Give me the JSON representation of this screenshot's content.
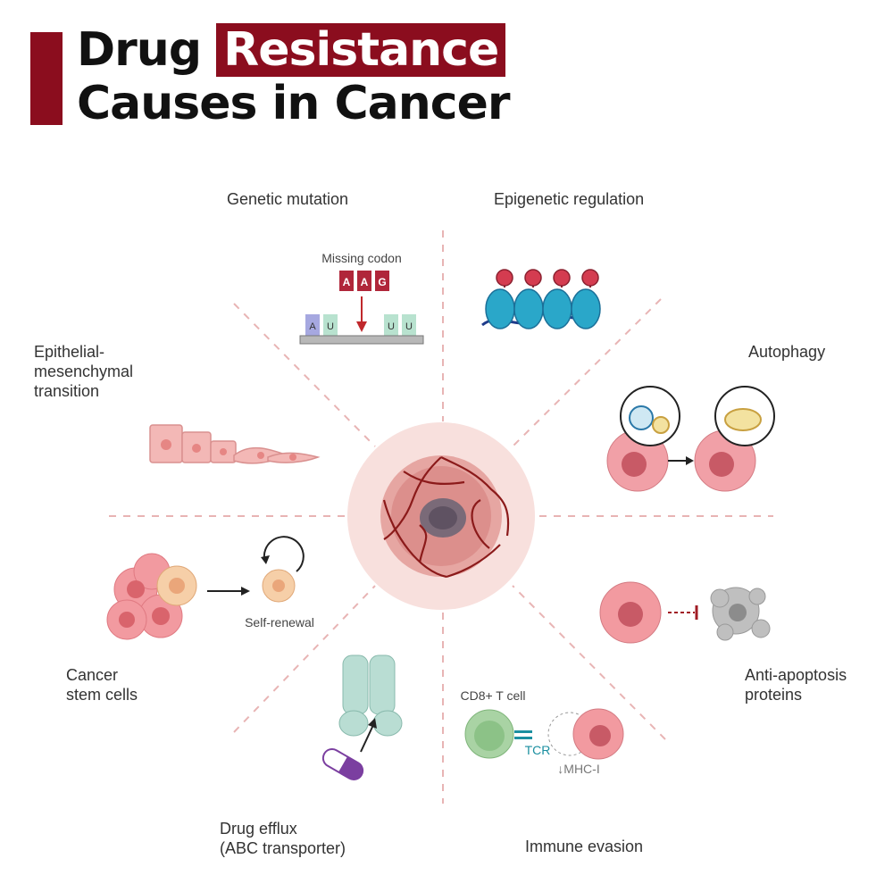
{
  "title": {
    "line1_prefix": "Drug",
    "line1_highlight": "Resistance",
    "line2": "Causes in Cancer"
  },
  "colors": {
    "accent": "#8b0d1e",
    "divider": "#e8b4b4",
    "cell_pink": "#ef9aa0",
    "teal": "#2aa7c9",
    "purple": "#7b3fa0"
  },
  "mechanisms": {
    "genetic_mutation": "Genetic mutation",
    "epigenetic_regulation": "Epigenetic regulation",
    "emt": "Epithelial-\nmesenchymal\ntransition",
    "autophagy": "Autophagy",
    "cancer_stem_cells": "Cancer\nstem cells",
    "anti_apoptosis": "Anti-apoptosis\nproteins",
    "drug_efflux": "Drug efflux\n(ABC transporter)",
    "immune_evasion": "Immune evasion"
  },
  "annotations": {
    "missing_codon": "Missing codon",
    "codon_top": [
      "A",
      "A",
      "G"
    ],
    "codon_left": [
      "A",
      "U"
    ],
    "codon_right": [
      "U",
      "U"
    ],
    "self_renewal": "Self-renewal",
    "cd8_t_cell": "CD8+ T cell",
    "tcr": "TCR",
    "mhc": "↓MHC-I"
  },
  "icons": [
    "tumor-icon",
    "nucleosome-icon",
    "autophagosome-icon",
    "abc-transporter-icon",
    "pill-icon",
    "t-cell-icon"
  ]
}
